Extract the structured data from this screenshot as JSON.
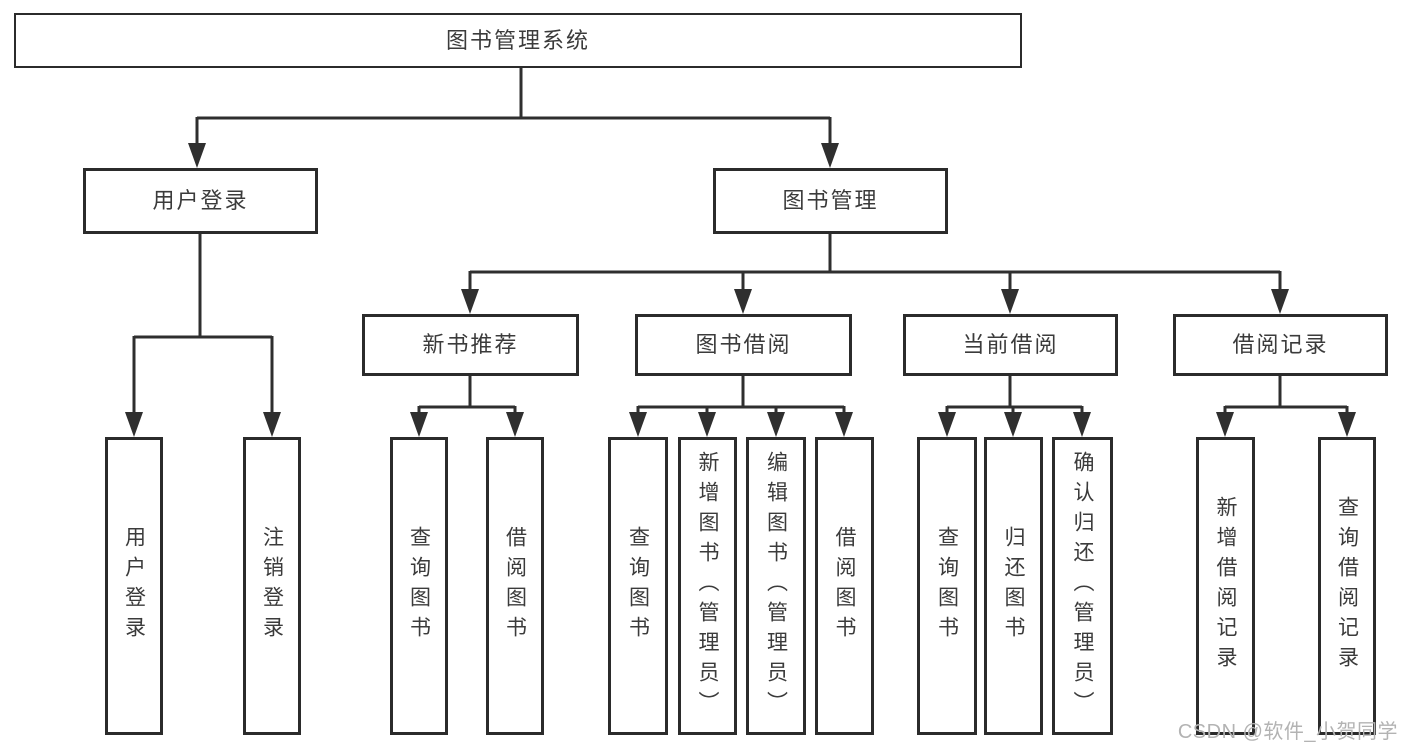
{
  "diagram": {
    "type": "tree",
    "title": "图书管理系统"
  },
  "tree": {
    "root": {
      "label": "图书管理系统"
    },
    "level2": [
      {
        "label": "用户登录",
        "parent": "图书管理系统"
      },
      {
        "label": "图书管理",
        "parent": "图书管理系统"
      }
    ],
    "level3": [
      {
        "label": "新书推荐",
        "parent": "图书管理"
      },
      {
        "label": "图书借阅",
        "parent": "图书管理"
      },
      {
        "label": "当前借阅",
        "parent": "图书管理"
      },
      {
        "label": "借阅记录",
        "parent": "图书管理"
      }
    ],
    "leaves": [
      {
        "label": "用户登录",
        "parent": "用户登录"
      },
      {
        "label": "注销登录",
        "parent": "用户登录"
      },
      {
        "label": "查询图书",
        "parent": "新书推荐"
      },
      {
        "label": "借阅图书",
        "parent": "新书推荐"
      },
      {
        "label": "查询图书",
        "parent": "图书借阅"
      },
      {
        "label": "新增图书（管理员）",
        "parent": "图书借阅"
      },
      {
        "label": "编辑图书（管理员）",
        "parent": "图书借阅"
      },
      {
        "label": "借阅图书",
        "parent": "图书借阅"
      },
      {
        "label": "查询图书",
        "parent": "当前借阅"
      },
      {
        "label": "归还图书",
        "parent": "当前借阅"
      },
      {
        "label": "确认归还（管理员）",
        "parent": "当前借阅"
      },
      {
        "label": "新增借阅记录",
        "parent": "借阅记录"
      },
      {
        "label": "查询借阅记录",
        "parent": "借阅记录"
      }
    ]
  },
  "watermark": {
    "text": "CSDN @软件_小贺同学"
  },
  "colors": {
    "background": "#ffffff",
    "box_border": "#2b2b2b",
    "connector_line": "#2f2f2f",
    "text": "#3b3b3b",
    "watermark": "#b3b3b3"
  }
}
